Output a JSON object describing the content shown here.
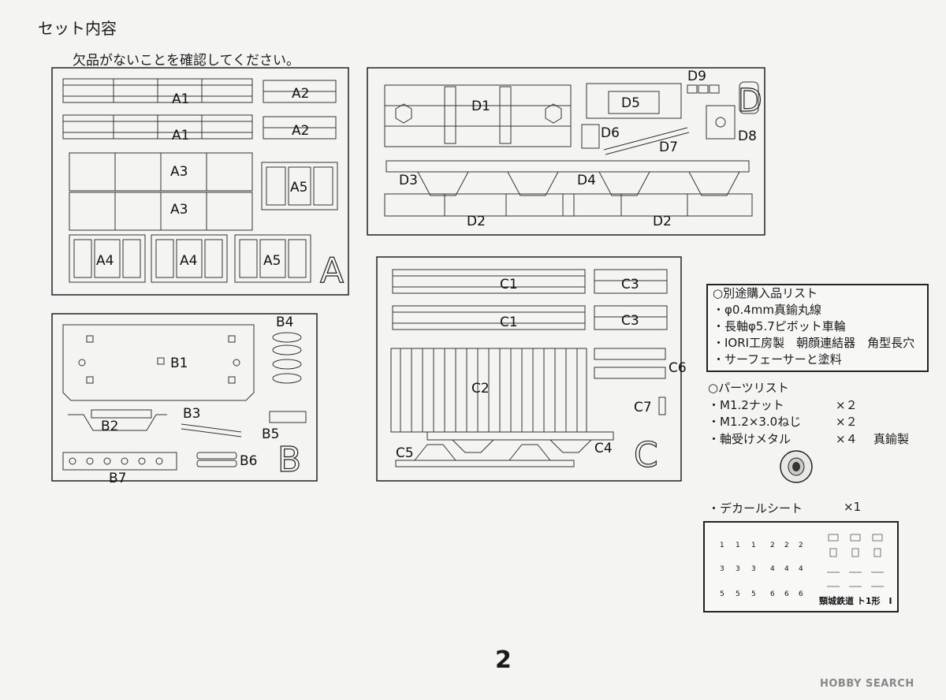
{
  "header": {
    "title": "セット内容",
    "subtitle": "欠品がないことを確認してください。"
  },
  "sprues": {
    "a": {
      "tag": "A",
      "labels": [
        "A1",
        "A2",
        "A1",
        "A2",
        "A3",
        "A3",
        "A5",
        "A4",
        "A4",
        "A5"
      ]
    },
    "d": {
      "tag": "D",
      "labels": [
        "D1",
        "D5",
        "D9",
        "D6",
        "D7",
        "D8",
        "D3",
        "D4",
        "D2",
        "D2"
      ]
    },
    "b": {
      "tag": "B",
      "labels": [
        "B4",
        "B1",
        "B3",
        "B2",
        "B5",
        "B6",
        "B7"
      ]
    },
    "c": {
      "tag": "C",
      "labels": [
        "C1",
        "C3",
        "C1",
        "C3",
        "C6",
        "C2",
        "C7",
        "C4",
        "C5"
      ]
    }
  },
  "separate_purchase": {
    "title": "○別途購入品リスト",
    "items": [
      "・φ0.4mm真鍮丸線",
      "・長軸φ5.7ピボット車輪",
      "・IORI工房製　朝顔連結器　角型長穴",
      "・サーフェーサーと塗料"
    ]
  },
  "parts_list": {
    "title": "○パーツリスト",
    "items": [
      {
        "name": "・M1.2ナット",
        "qty": "×２",
        "material": ""
      },
      {
        "name": "・M1.2×3.0ねじ",
        "qty": "×２",
        "material": ""
      },
      {
        "name": "・軸受けメタル",
        "qty": "×４",
        "material": "真鍮製"
      }
    ]
  },
  "decal": {
    "label": "・デカールシート",
    "qty": "×1",
    "sheet_caption": "頸城鉄道 ト1形　Ⅰ",
    "numbers": [
      "1",
      "1",
      "1",
      "2",
      "2",
      "2",
      "3",
      "3",
      "3",
      "4",
      "4",
      "4",
      "5",
      "5",
      "5",
      "6",
      "6",
      "6"
    ]
  },
  "page_number": "2",
  "watermark": "HOBBY SEARCH"
}
